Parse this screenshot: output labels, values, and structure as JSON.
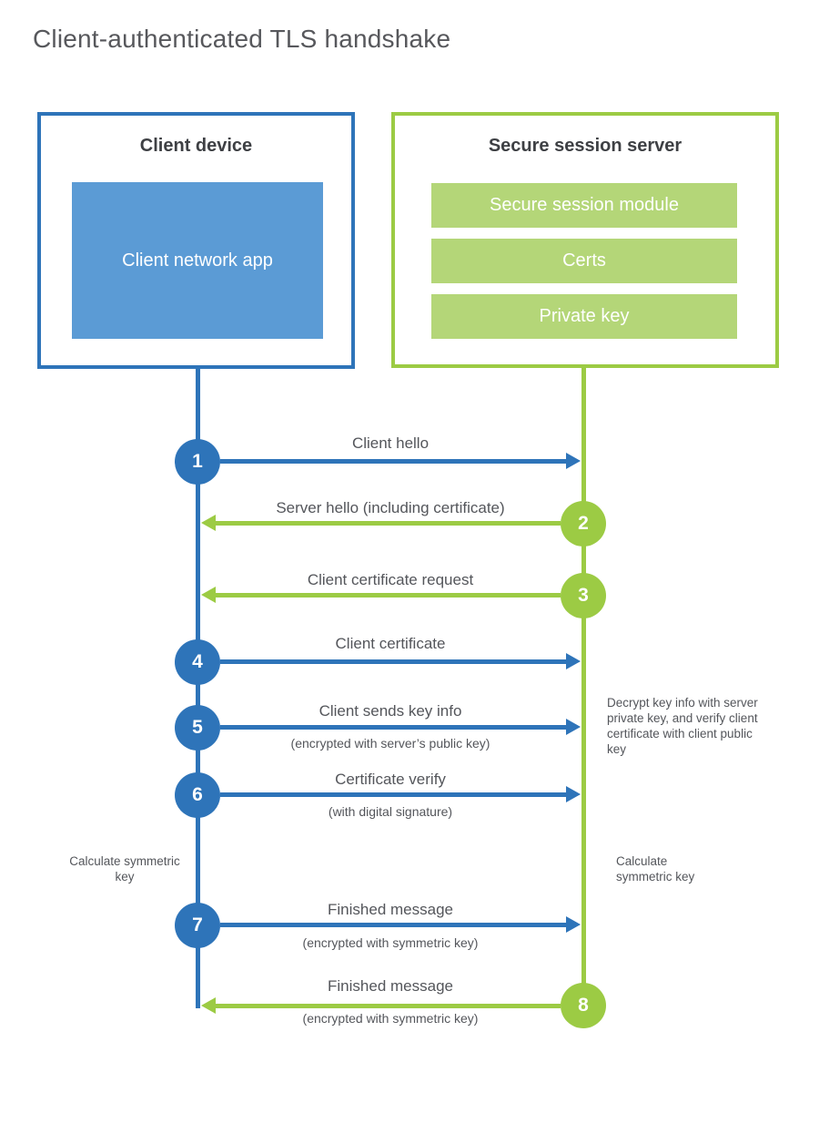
{
  "title": "Client-authenticated TLS handshake",
  "colors": {
    "blue": "#2E74B9",
    "blue_light": "#5B9BD5",
    "green": "#9CCB44",
    "green_light": "#B4D678",
    "text": "#54565b"
  },
  "client": {
    "title": "Client device",
    "module": "Client network app"
  },
  "server": {
    "title": "Secure session server",
    "modules": [
      "Secure session module",
      "Certs",
      "Private key"
    ]
  },
  "flow": {
    "steps": [
      {
        "number": "1",
        "label": "Client hello",
        "sublabel": "",
        "direction": "client-to-server"
      },
      {
        "number": "2",
        "label": "Server hello (including certificate)",
        "sublabel": "",
        "direction": "server-to-client"
      },
      {
        "number": "3",
        "label": "Client certificate request",
        "sublabel": "",
        "direction": "server-to-client"
      },
      {
        "number": "4",
        "label": "Client certificate",
        "sublabel": "",
        "direction": "client-to-server"
      },
      {
        "number": "5",
        "label": "Client sends key info",
        "sublabel": "(encrypted with server’s public key)",
        "direction": "client-to-server"
      },
      {
        "number": "6",
        "label": "Certificate verify",
        "sublabel": "(with digital signature)",
        "direction": "client-to-server"
      },
      {
        "number": "7",
        "label": "Finished message",
        "sublabel": "(encrypted with symmetric key)",
        "direction": "client-to-server"
      },
      {
        "number": "8",
        "label": "Finished message",
        "sublabel": "(encrypted with symmetric key)",
        "direction": "server-to-client"
      }
    ]
  },
  "annotations": {
    "decrypt_note": "Decrypt key info with server private key, and verify client certificate with client public key",
    "calculate_left": "Calculate symmetric key",
    "calculate_right": "Calculate symmetric key"
  }
}
